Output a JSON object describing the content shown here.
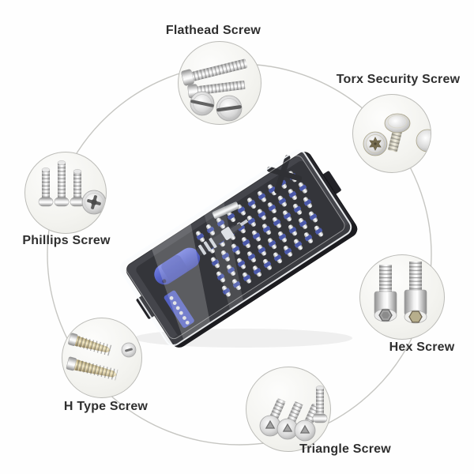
{
  "figure": {
    "type": "product-infographic",
    "background": "#ffffff",
    "connector_color": "#c6c6c2"
  },
  "center": {
    "icon": "screwdriver-bit-set-photo",
    "colors": {
      "case_dark": "#26262b",
      "handle_blue": "#3b49c1",
      "bit_holder_navy": "#2e3d9e",
      "bit_silver": "#d9d9de"
    }
  },
  "callouts": [
    {
      "id": "flathead",
      "label": "Flathead Screw",
      "icon": "flathead-screw-icon"
    },
    {
      "id": "torx",
      "label": "Torx Security Screw",
      "icon": "torx-security-screw-icon"
    },
    {
      "id": "phillips",
      "label": "Phillips Screw",
      "icon": "phillips-screw-icon"
    },
    {
      "id": "hex",
      "label": "Hex Screw",
      "icon": "hex-screw-icon"
    },
    {
      "id": "h_type",
      "label": "H Type Screw",
      "icon": "h-type-screw-icon"
    },
    {
      "id": "triangle",
      "label": "Triangle Screw",
      "icon": "triangle-screw-icon"
    }
  ]
}
